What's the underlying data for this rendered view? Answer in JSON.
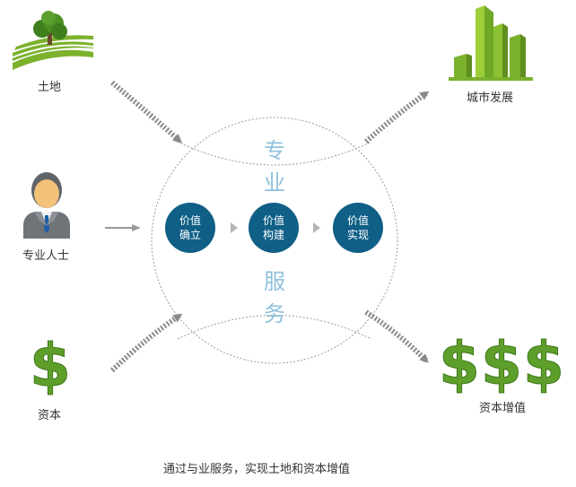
{
  "inputs": {
    "land": "土地",
    "professional": "专业人士",
    "capital": "资本"
  },
  "outputs": {
    "city": "城市发展",
    "capital_growth": "资本增值"
  },
  "center": {
    "top_1": "专",
    "top_2": "业",
    "bottom_1": "服",
    "bottom_2": "务"
  },
  "steps": [
    {
      "line1": "价值",
      "line2": "确立"
    },
    {
      "line1": "价值",
      "line2": "构建"
    },
    {
      "line1": "价值",
      "line2": "实现"
    }
  ],
  "caption": "通过与业服务，实现土地和资本增值",
  "colors": {
    "step_fill": "#0f5f86",
    "center_text": "#8fc0dc",
    "green": "#7bb12c",
    "dollar": "#5e9e2a",
    "arrow": "#8a8a8a"
  },
  "icons": {
    "land": "tree-field-icon",
    "professional": "person-icon",
    "capital": "dollar-icon",
    "city": "buildings-icon",
    "capital_growth": "triple-dollar-icon"
  }
}
